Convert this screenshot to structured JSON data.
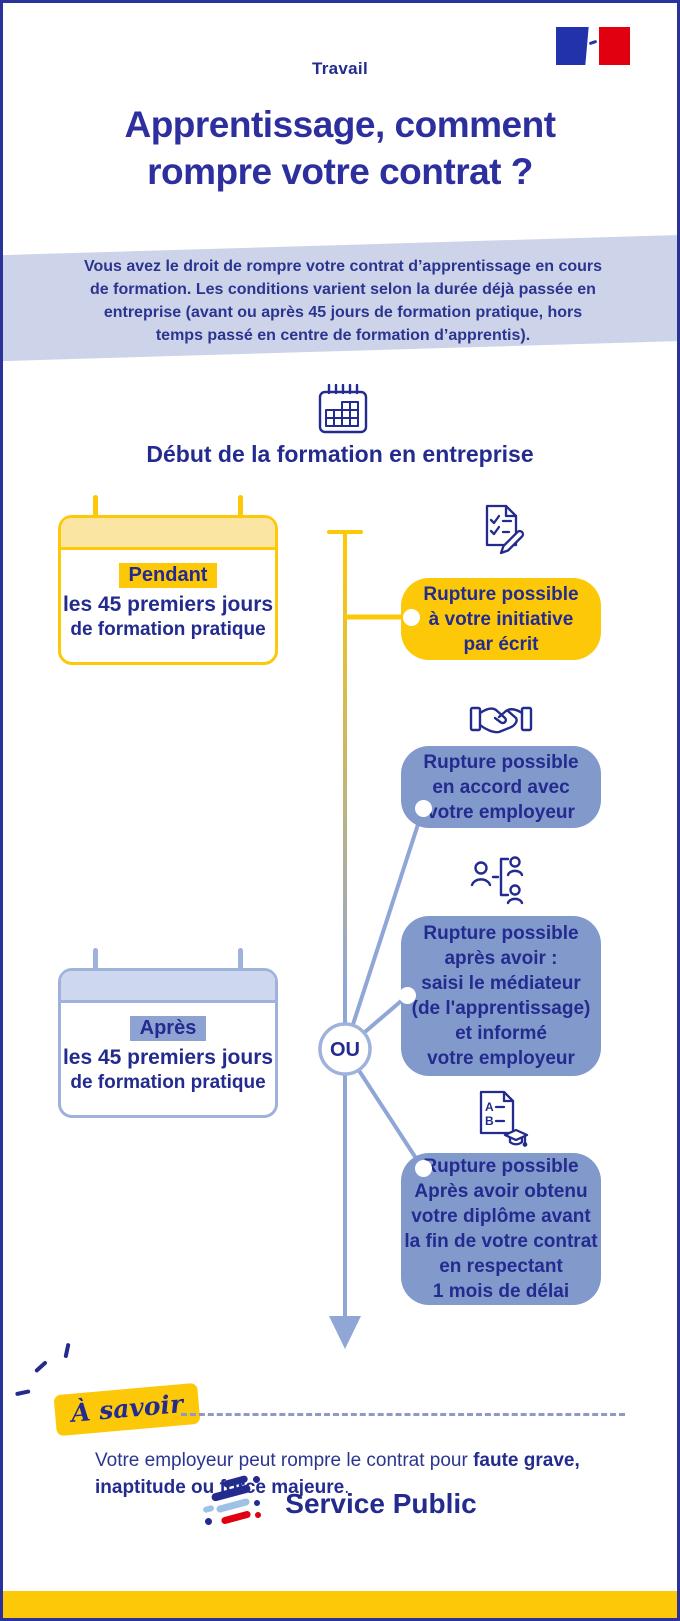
{
  "header": {
    "kicker": "Travail",
    "title": "Apprentissage, comment\nrompre votre contrat ?"
  },
  "intro": {
    "text": "Vous avez le droit de rompre votre contrat d’apprentissage en cours de formation. Les conditions varient selon la durée déjà passée en entreprise (avant ou après 45 jours de formation pratique, hors temps passé en centre de formation d’apprentis)."
  },
  "timeline": {
    "section_title": "Début de la formation en entreprise",
    "or_label": "OU",
    "period_cards": [
      {
        "highlight": "Pendant",
        "line1": "les 45 premiers jours",
        "line2": "de formation pratique",
        "theme": "yellow"
      },
      {
        "highlight": "Après",
        "line1": "les 45 premiers jours",
        "line2": "de formation pratique",
        "theme": "blue"
      }
    ],
    "options": [
      {
        "icon": "document-check-pen-icon",
        "theme": "yellow",
        "text": "Rupture possible\nà votre initiative\npar écrit"
      },
      {
        "icon": "handshake-icon",
        "theme": "blue",
        "text": "Rupture possible\nen accord avec\nvotre employeur"
      },
      {
        "icon": "mediator-people-icon",
        "theme": "blue",
        "text": "Rupture possible\naprès avoir :\nsaisi le médiateur\n(de l'apprentissage)\net informé\nvotre employeur"
      },
      {
        "icon": "diploma-document-icon",
        "theme": "blue",
        "text": "Rupture possible\nAprès avoir obtenu\nvotre diplôme avant\nla fin de votre contrat\nen respectant\n1 mois de délai"
      }
    ]
  },
  "note": {
    "badge": "À savoir",
    "text_regular": "Votre employeur peut rompre le contrat pour ",
    "text_bold": "faute grave, inaptitude ou force majeure",
    "text_end": "."
  },
  "footer": {
    "brand": "Service Public"
  },
  "colors": {
    "navy": "#262e99",
    "yellow": "#fdc808",
    "periwinkle": "#8299cb",
    "intro_band": "#cdd4ea",
    "red": "#e1000f",
    "light_blue": "#9cc3e6"
  }
}
